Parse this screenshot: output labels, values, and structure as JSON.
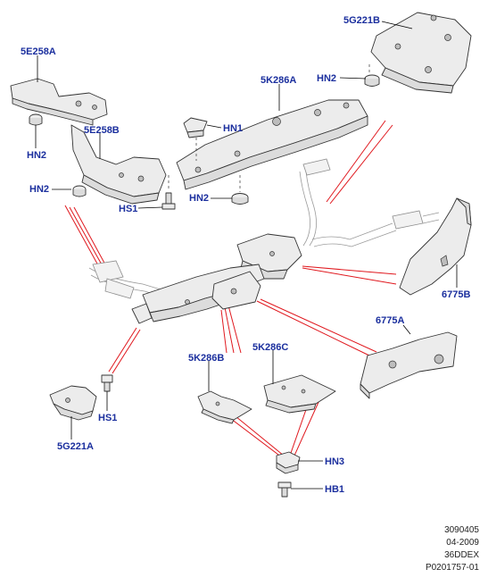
{
  "labels": {
    "5g221b": "5G221B",
    "5e258a": "5E258A",
    "hn2_top_right": "HN2",
    "5k286a": "5K286A",
    "hn1": "HN1",
    "5e258b": "5E258B",
    "hn2_left_upper": "HN2",
    "hn2_left_mid": "HN2",
    "hn2_center": "HN2",
    "hs1_upper": "HS1",
    "6775b": "6775B",
    "6775a": "6775A",
    "5k286b": "5K286B",
    "5k286c": "5K286C",
    "hs1_lower": "HS1",
    "5g221a": "5G221A",
    "hn3": "HN3",
    "hb1": "HB1"
  },
  "footer": {
    "code": "3090405",
    "date": "04-2009",
    "model": "36DDEX",
    "ref": "P0201757-01"
  },
  "colors": {
    "label_blue": "#1b2f9e",
    "callout_red": "#e0181e",
    "outline": "#333333"
  }
}
